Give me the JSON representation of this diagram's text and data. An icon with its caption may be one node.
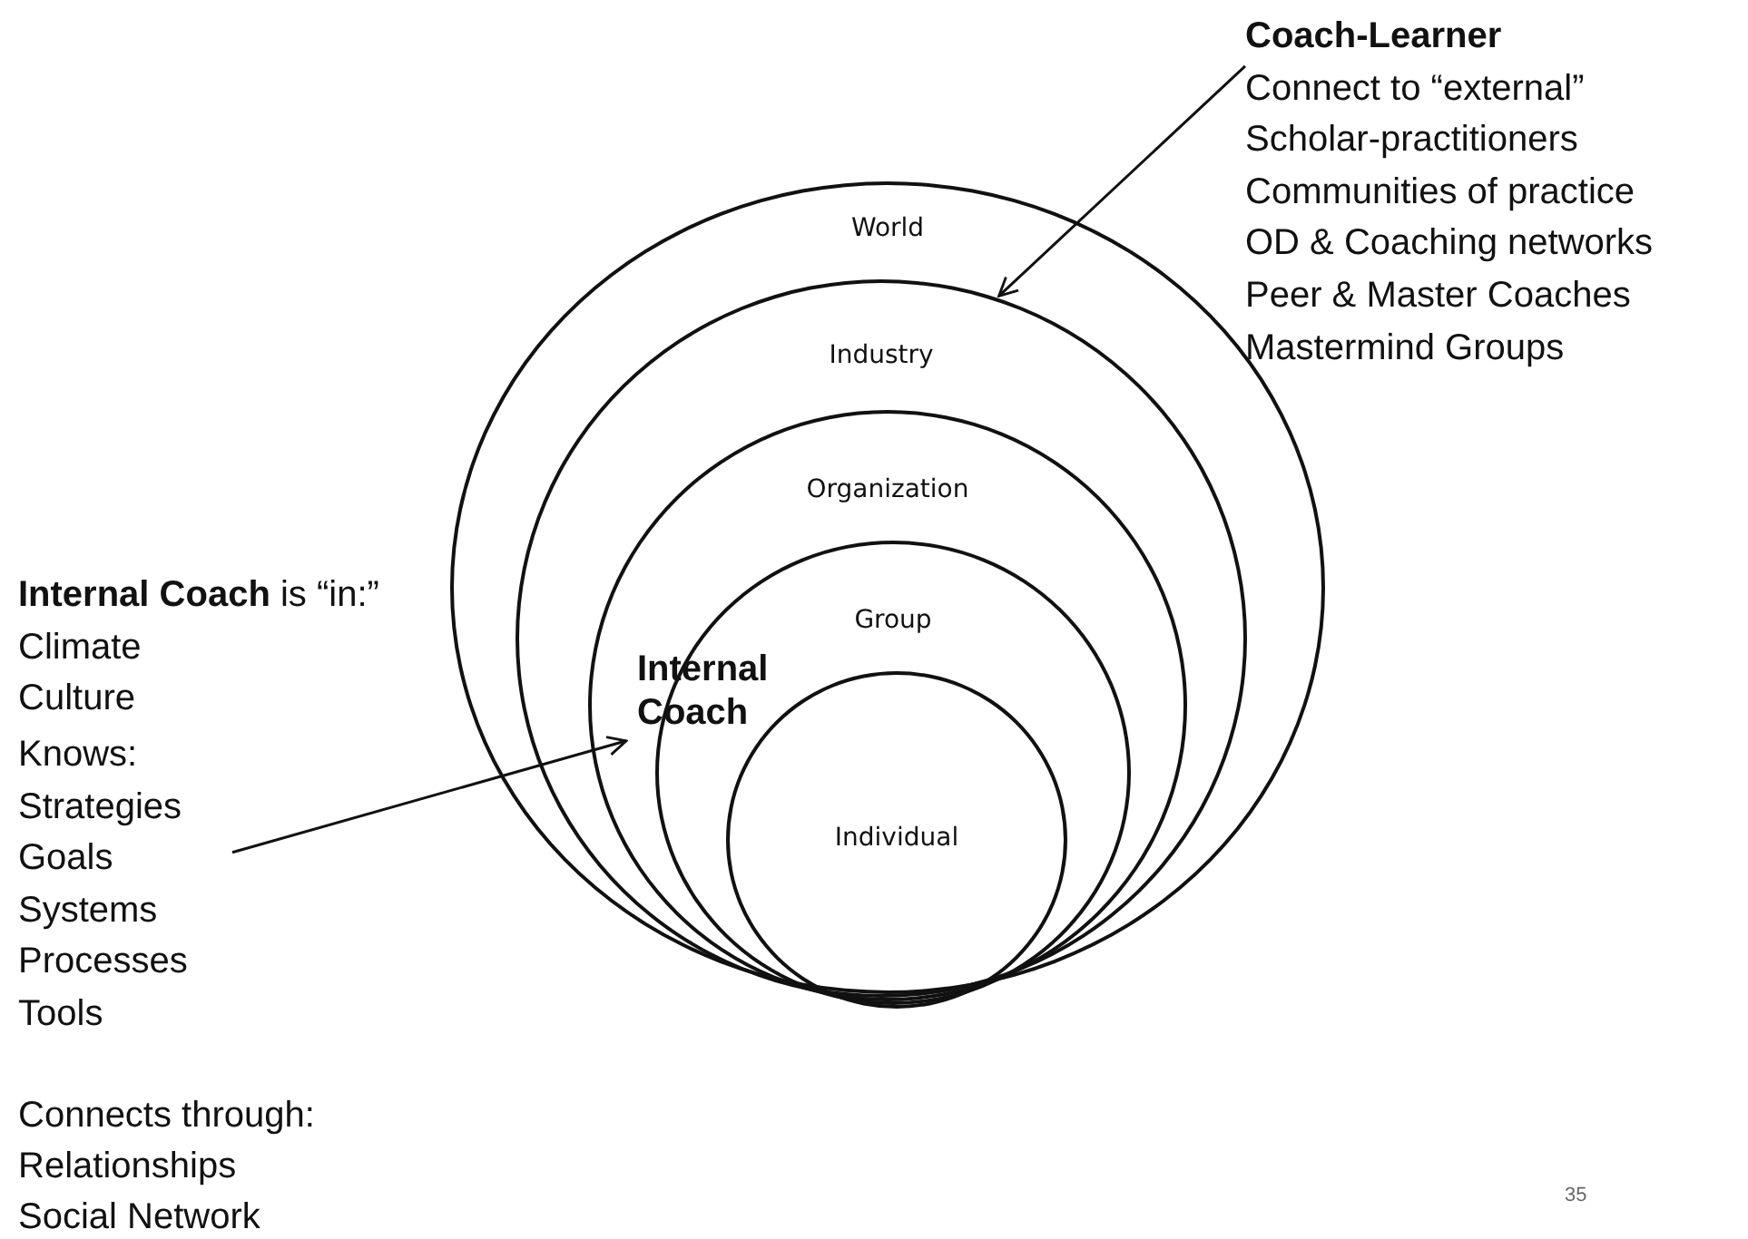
{
  "diagram": {
    "nodes": [
      {
        "text": [
          "Coach-Learner",
          "Connect to “external”",
          "Scholar-practitioners",
          "Communities of practice",
          "OD & Coaching networks",
          "Peer & Master Coaches",
          "Mastermind Groups"
        ]
      },
      {
        "text": [
          "World"
        ]
      },
      {
        "text": [
          "Industry"
        ],
        "in": 1
      },
      {
        "text": [
          "Organization"
        ],
        "in": 2
      },
      {
        "text": [
          "Group"
        ],
        "in": 3
      },
      {
        "text": [
          "Individual"
        ],
        "in": 4
      },
      {
        "text": [
          "Internal Coach"
        ],
        "in": 3
      },
      {
        "text": [
          "Knows:",
          "Strategies",
          "Goals",
          "Systems",
          "Processes",
          "Tools"
        ]
      }
    ],
    "edges": [
      {
        "from": 0,
        "to": 2,
        "arrow": "to"
      },
      {
        "from": 7,
        "to": 6,
        "arrow": "to"
      }
    ],
    "labels": [
      "**Internal Coach** is “in:”",
      "Climate",
      "Culture",
      "Connects through:",
      "Relationships",
      "Social Network",
      "35"
    ]
  }
}
